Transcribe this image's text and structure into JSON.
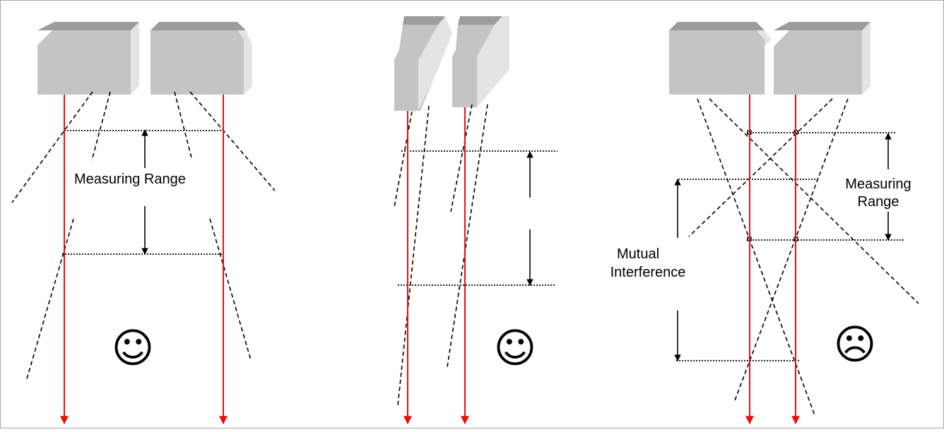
{
  "colors": {
    "beam": "#e8100f",
    "sensor_front": "#c4c4c4",
    "sensor_top": "#9c9c9c",
    "sensor_side": "#e4e4e4",
    "border": "#a6a6a6",
    "line": "#000000"
  },
  "panels": [
    {
      "labels": {
        "measuring_range": "Measuring Range"
      },
      "verdict": {
        "symbol": "☺",
        "icon": "smiley-happy"
      }
    },
    {
      "labels": {},
      "verdict": {
        "symbol": "☺",
        "icon": "smiley-happy"
      }
    },
    {
      "labels": {
        "measuring_range_line1": "Measuring",
        "measuring_range_line2": "Range",
        "mutual_interference_line1": "Mutual",
        "mutual_interference_line2": "Interference"
      },
      "verdict": {
        "symbol": "☹",
        "icon": "smiley-sad"
      }
    }
  ]
}
